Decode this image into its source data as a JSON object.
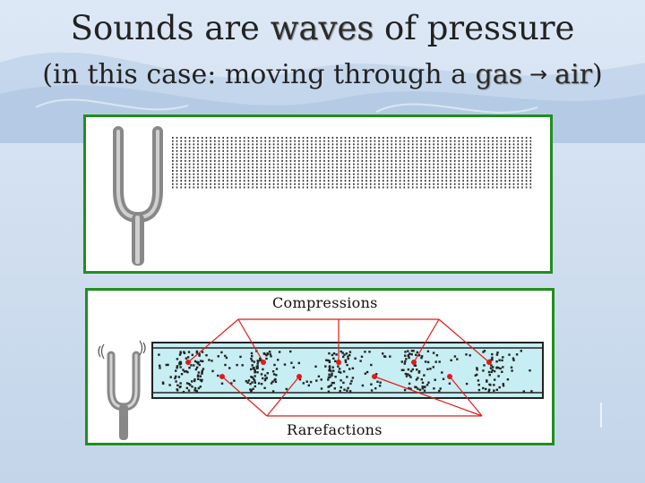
{
  "slide": {
    "title_line1": {
      "before": "Sounds are ",
      "emphasis": "waves",
      "after": " of pressure"
    },
    "title_line2": {
      "before": "(in this case: moving through a ",
      "gas": "gas",
      "arrow": "→",
      "air": "air",
      "after": ")"
    }
  },
  "figure_top": {
    "name": "tuning-fork-air-columns"
  },
  "figure_bottom": {
    "compressions_label": "Compressions",
    "rarefactions_label": "Rarefactions"
  },
  "colors": {
    "panel_border": "#1f8f1f",
    "tube_fill": "#c7eef2",
    "arrow": "#e01b1b"
  }
}
